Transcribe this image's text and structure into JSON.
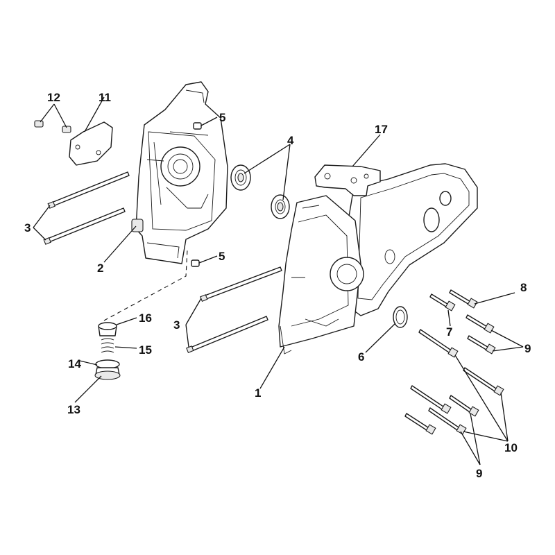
{
  "figure": {
    "type": "exploded-parts-diagram",
    "subject": "crankcase assembly"
  },
  "callouts": {
    "c1": "1",
    "c2": "2",
    "c3a": "3",
    "c3b": "3",
    "c4": "4",
    "c5a": "5",
    "c5b": "5",
    "c6": "6",
    "c7": "7",
    "c8": "8",
    "c9a": "9",
    "c9b": "9",
    "c10": "10",
    "c11": "11",
    "c12": "12",
    "c13": "13",
    "c14": "14",
    "c15": "15",
    "c16": "16",
    "c17": "17"
  }
}
